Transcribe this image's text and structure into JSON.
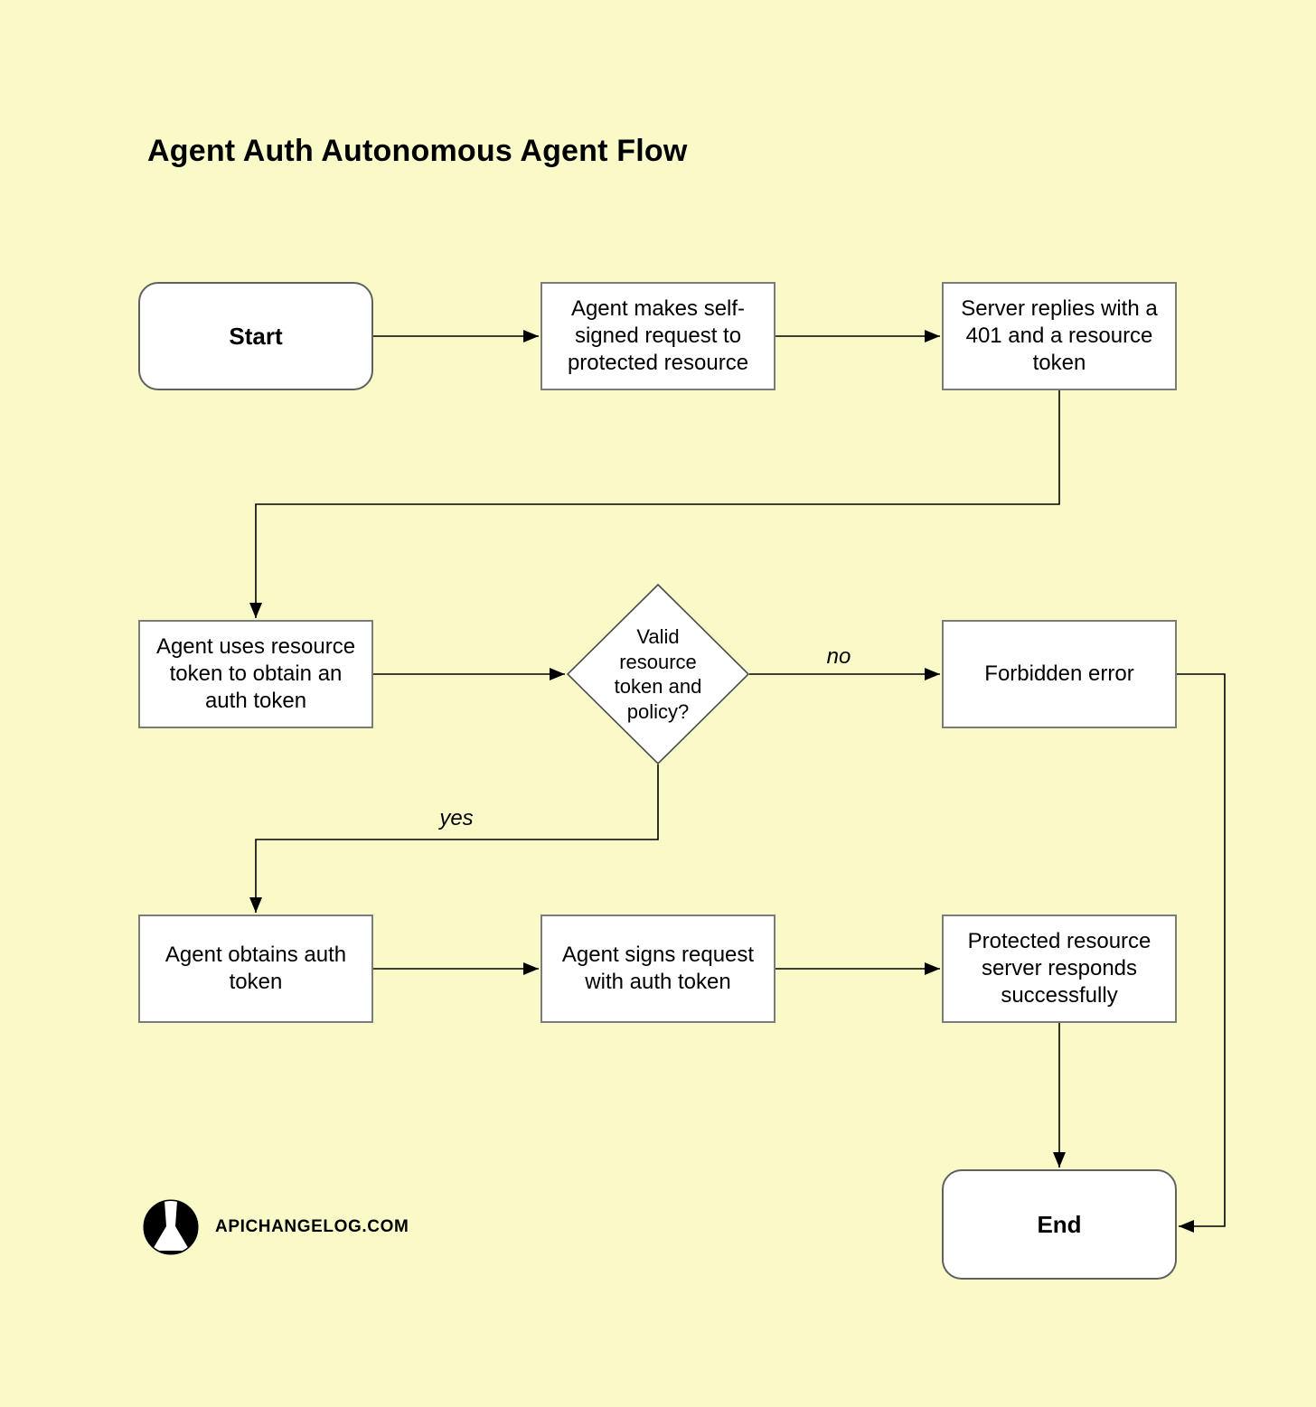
{
  "title": "Agent Auth Autonomous Agent Flow",
  "colors": {
    "background": "#FAFAC9",
    "node_fill": "#FFFFFF",
    "node_border": "#7b7b7b",
    "terminator_border": "#606060",
    "diamond_border": "#4a4a4a",
    "line": "#000000",
    "text": "#000000"
  },
  "diagram": {
    "nodes": {
      "start": {
        "label": "Start",
        "type": "terminator"
      },
      "request": {
        "label": "Agent makes self-signed request to protected resource",
        "type": "process"
      },
      "reply401": {
        "label": "Server replies with a 401 and a resource token",
        "type": "process"
      },
      "use_token": {
        "label": "Agent uses resource token to obtain an auth token",
        "type": "process"
      },
      "decision": {
        "label": "Valid resource token and policy?",
        "type": "decision"
      },
      "forbidden": {
        "label": "Forbidden error",
        "type": "process"
      },
      "obtain": {
        "label": "Agent obtains auth token",
        "type": "process"
      },
      "sign": {
        "label": "Agent signs request with auth token",
        "type": "process"
      },
      "protected_ok": {
        "label": "Protected resource server responds successfully",
        "type": "process"
      },
      "end": {
        "label": "End",
        "type": "terminator"
      }
    },
    "edge_labels": {
      "yes": "yes",
      "no": "no"
    },
    "edges": [
      {
        "from": "start",
        "to": "request",
        "label": ""
      },
      {
        "from": "request",
        "to": "reply401",
        "label": ""
      },
      {
        "from": "reply401",
        "to": "use_token",
        "label": ""
      },
      {
        "from": "use_token",
        "to": "decision",
        "label": ""
      },
      {
        "from": "decision",
        "to": "forbidden",
        "label": "no"
      },
      {
        "from": "decision",
        "to": "obtain",
        "label": "yes"
      },
      {
        "from": "obtain",
        "to": "sign",
        "label": ""
      },
      {
        "from": "sign",
        "to": "protected_ok",
        "label": ""
      },
      {
        "from": "protected_ok",
        "to": "end",
        "label": ""
      },
      {
        "from": "forbidden",
        "to": "end",
        "label": ""
      }
    ]
  },
  "footer": {
    "brand": "APICHANGELOG.COM"
  }
}
